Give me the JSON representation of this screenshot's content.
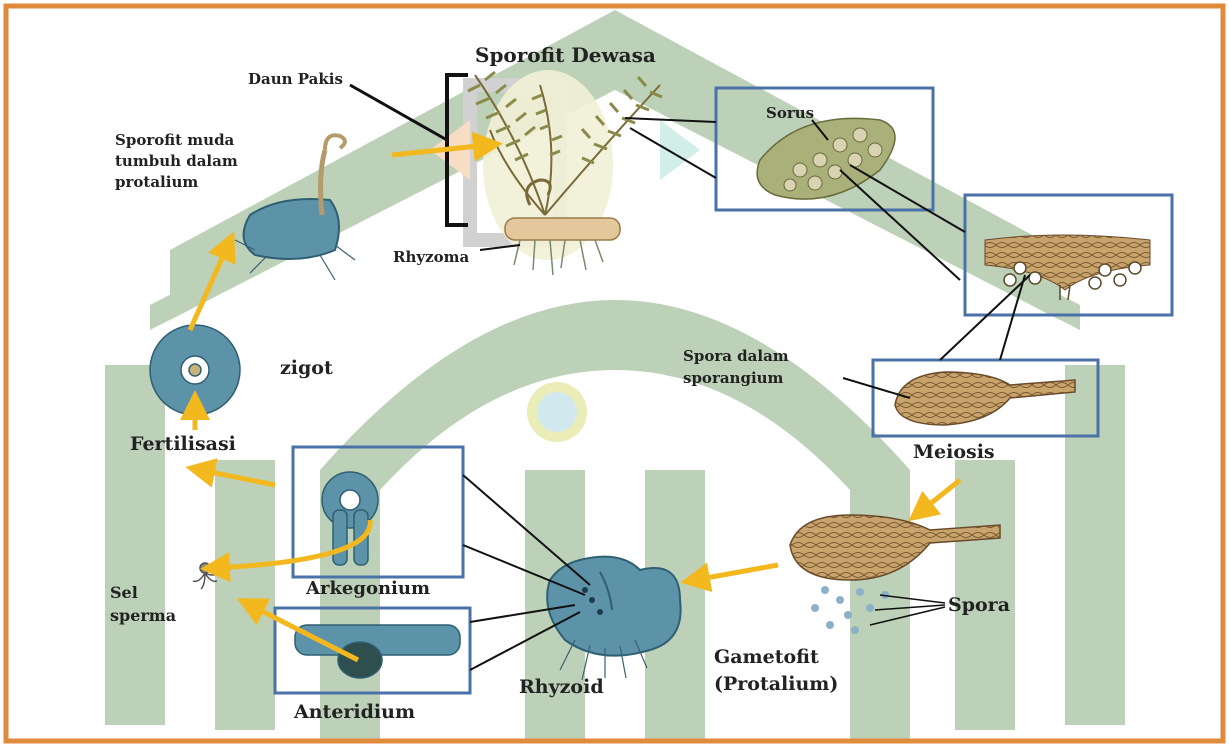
{
  "labels": {
    "sporofit_dewasa": "Sporofit Dewasa",
    "daun_pakis": "Daun Pakis",
    "sorus": "Sorus",
    "sporofit_muda_1": "Sporofit muda",
    "sporofit_muda_2": "tumbuh dalam",
    "sporofit_muda_3": "protalium",
    "rhyzoma": "Rhyzoma",
    "spora_dalam_1": "Spora dalam",
    "spora_dalam_2": "sporangium",
    "zigot": "zigot",
    "meiosis": "Meiosis",
    "fertilisasi": "Fertilisasi",
    "arkegonium": "Arkegonium",
    "sel_sperma_1": "Sel",
    "sel_sperma_2": "sperma",
    "spora": "Spora",
    "gametofit_1": "Gametofit",
    "gametofit_2": "(Protalium)",
    "rhyzoid": "Rhyzoid",
    "anteridium": "Anteridium"
  },
  "colors": {
    "frame": "#e08a3c",
    "box": "#4a72a8",
    "arrow": "#f2b81e",
    "watermark": "#b9cfb5",
    "plant_blue": "#5d93a8",
    "fern_green": "#8a8a4a",
    "spore_brown": "#b58a55"
  }
}
